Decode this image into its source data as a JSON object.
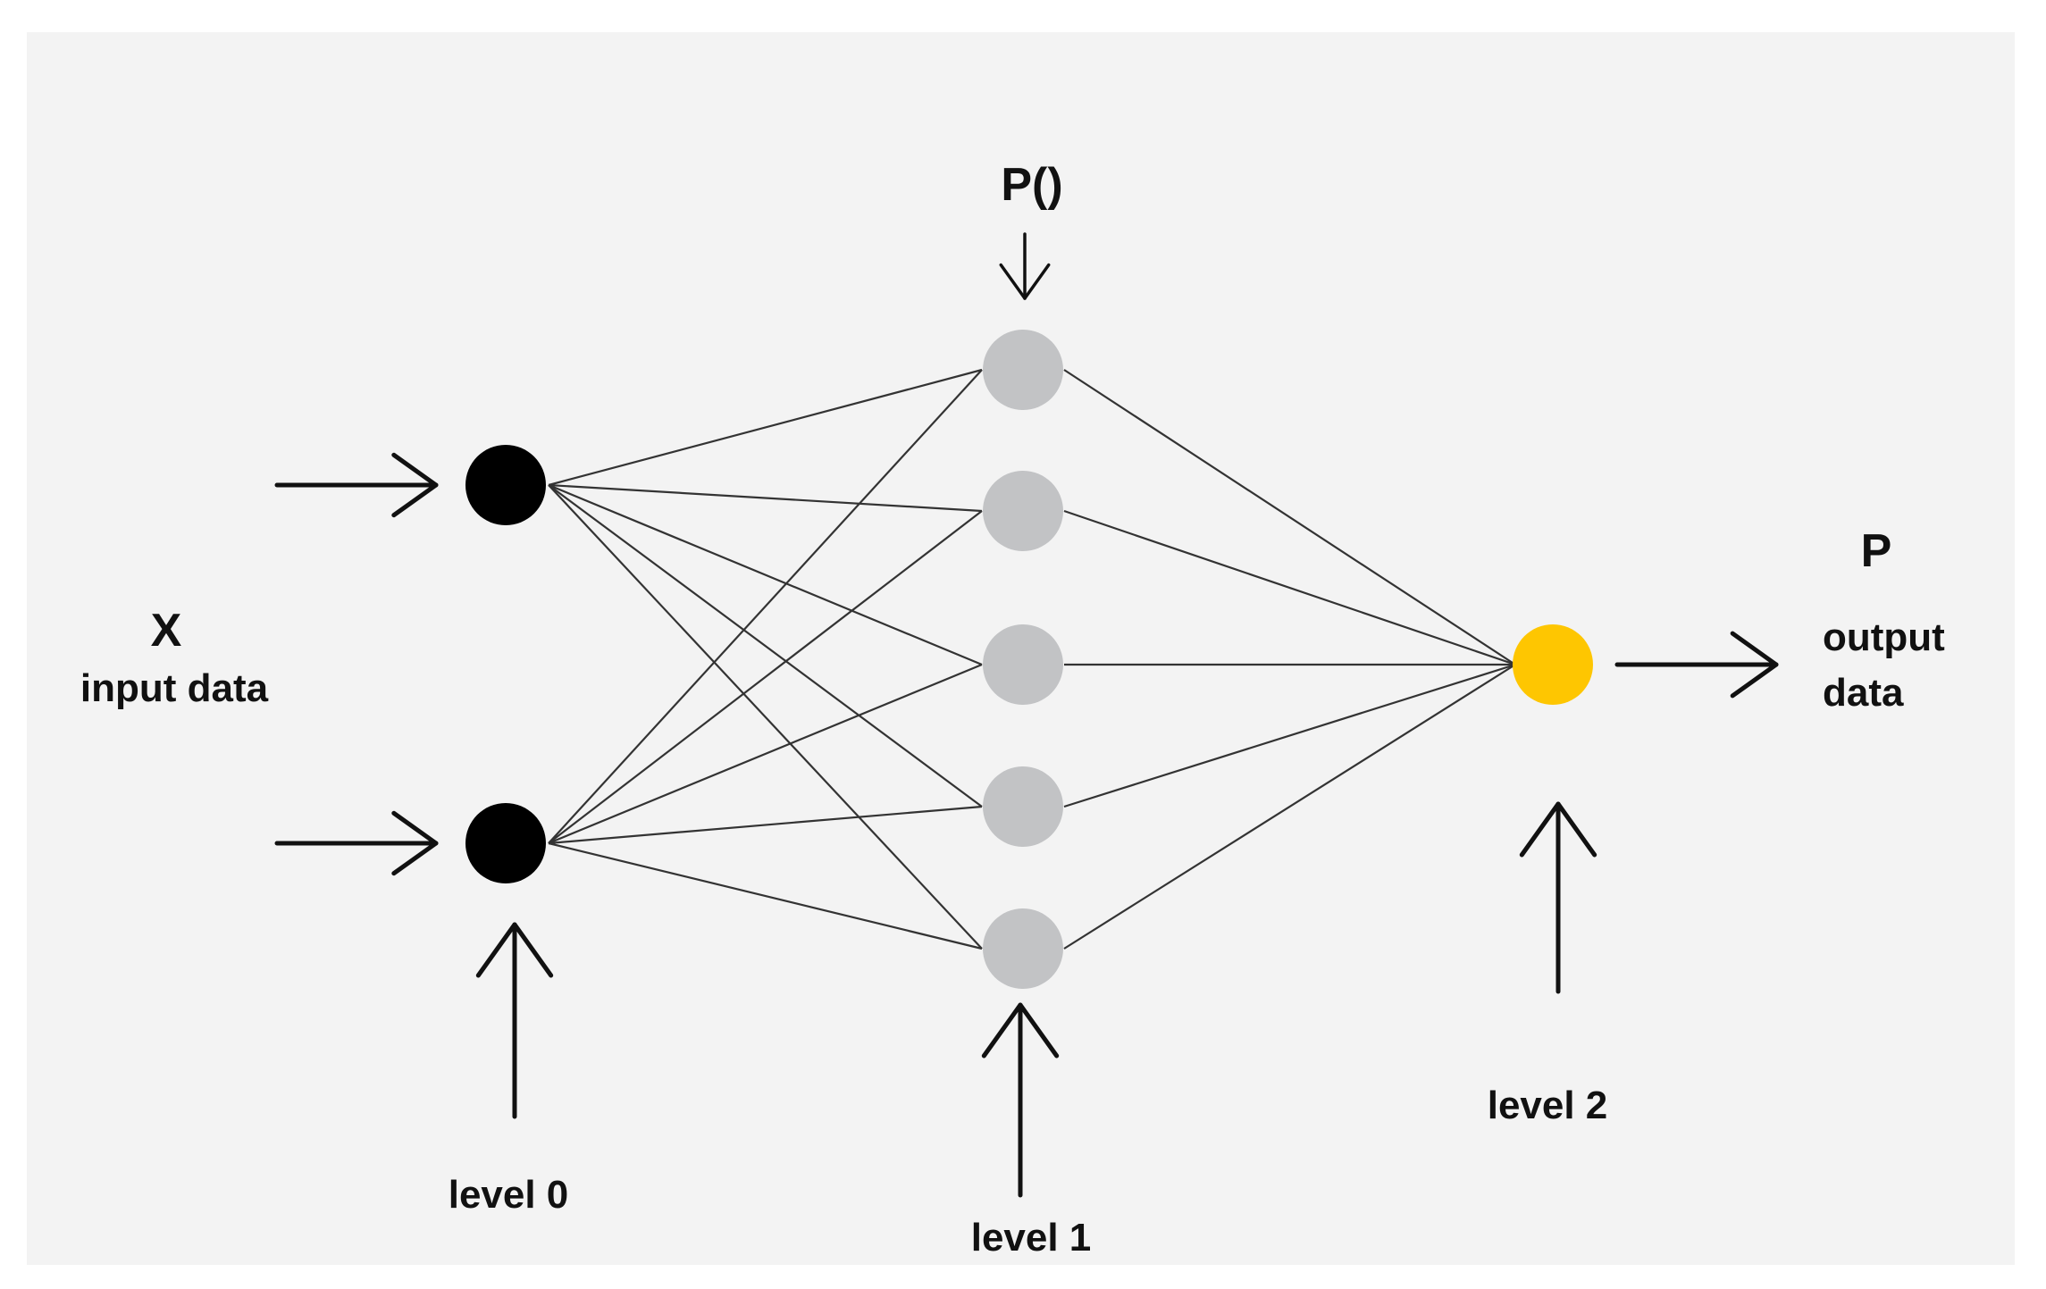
{
  "colors": {
    "panel": "#f3f3f3",
    "input_node": "#000000",
    "hidden_node": "#c2c3c5",
    "output_node": "#fec601",
    "edge": "#333333",
    "arrow": "#111111"
  },
  "labels": {
    "input_symbol": "X",
    "input_caption": "input data",
    "function_label": "P()",
    "output_symbol": "P",
    "output_caption_line1": "output",
    "output_caption_line2": "data",
    "level0": "level 0",
    "level1": "level 1",
    "level2": "level 2"
  },
  "network": {
    "levels": [
      {
        "level": 0,
        "nodes": 2,
        "kind": "input"
      },
      {
        "level": 1,
        "nodes": 5,
        "kind": "hidden"
      },
      {
        "level": 2,
        "nodes": 1,
        "kind": "output"
      }
    ],
    "connectivity": "fully-connected"
  }
}
